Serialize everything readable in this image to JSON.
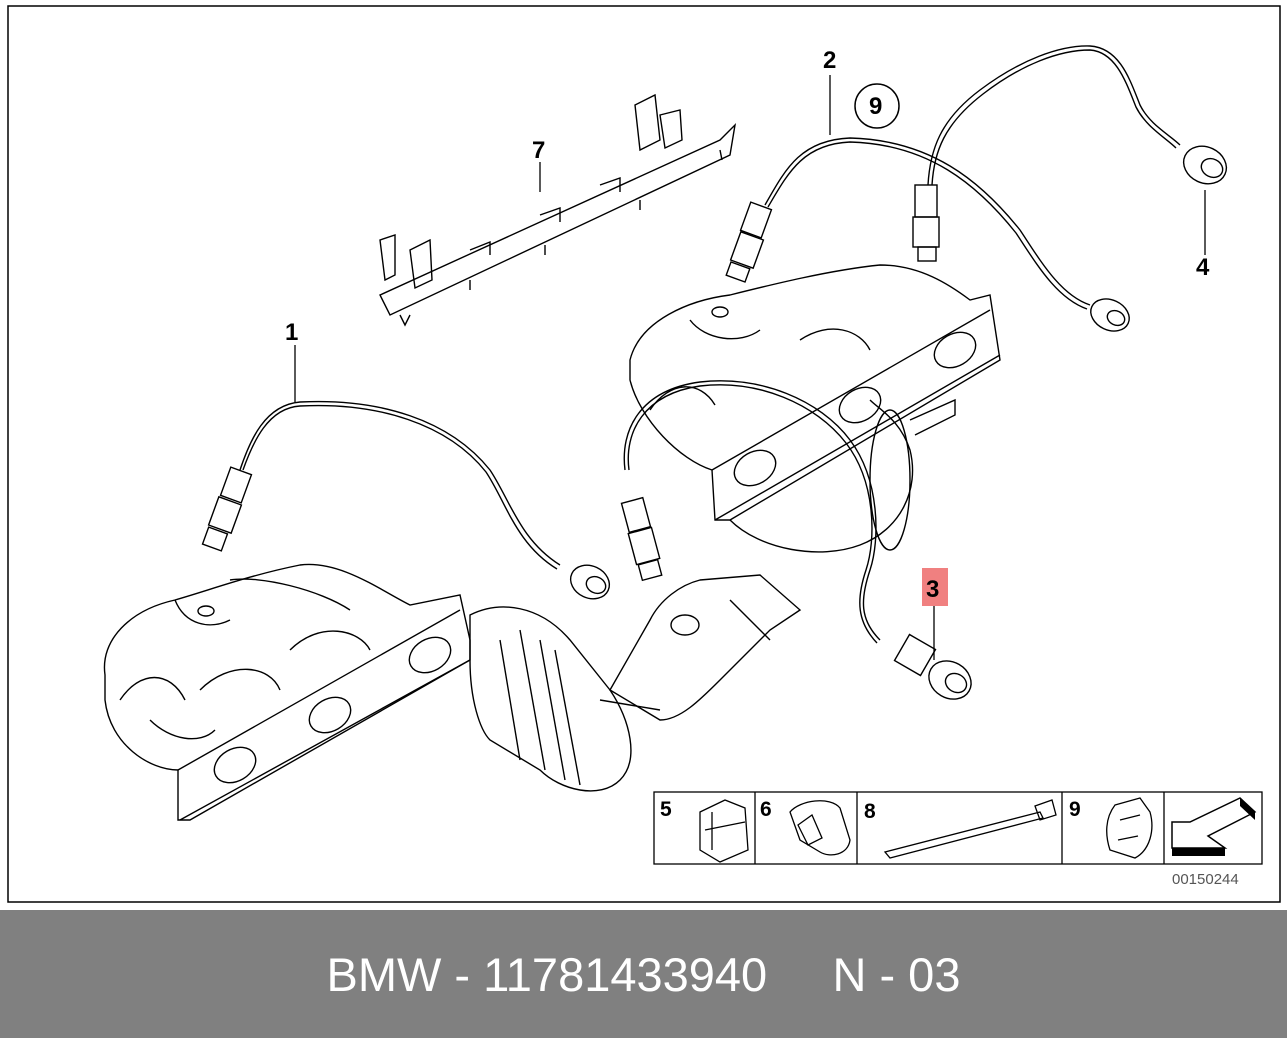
{
  "diagram": {
    "callouts": {
      "c1": "1",
      "c2": "2",
      "c3": "3",
      "c4": "4",
      "c7": "7",
      "circled9": "9"
    },
    "legend": {
      "item5": "5",
      "item6": "6",
      "item8": "8",
      "item9": "9"
    },
    "reference_number": "00150244",
    "highlight_color": "#f08080"
  },
  "footer": {
    "brand": "BMW",
    "part_number": "11781433940",
    "sheet": "N - 03",
    "text": "BMW - 11781433940     N - 03"
  }
}
